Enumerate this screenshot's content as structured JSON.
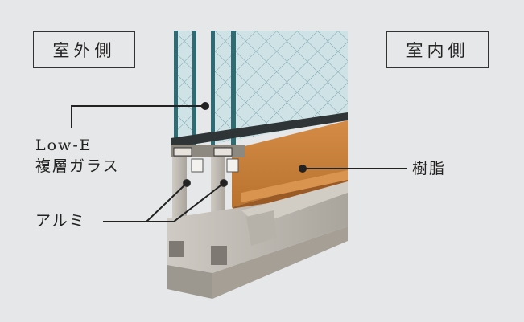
{
  "labels": {
    "outdoor": "室外側",
    "indoor": "室内側",
    "glass_line1": "Low-E",
    "glass_line2": "複層ガラス",
    "aluminum": "アルミ",
    "resin": "樹脂"
  },
  "colors": {
    "background": "#e6e7e8",
    "glass": "#cfe3e6",
    "glass_edge": "#2e6b73",
    "wire_mesh": "#7aa3ab",
    "resin_wood": "#c9823f",
    "resin_wood_dark": "#9a5a26",
    "aluminum": "#bdb8b0",
    "aluminum_dark": "#8d8880",
    "leader_line": "#222222"
  }
}
